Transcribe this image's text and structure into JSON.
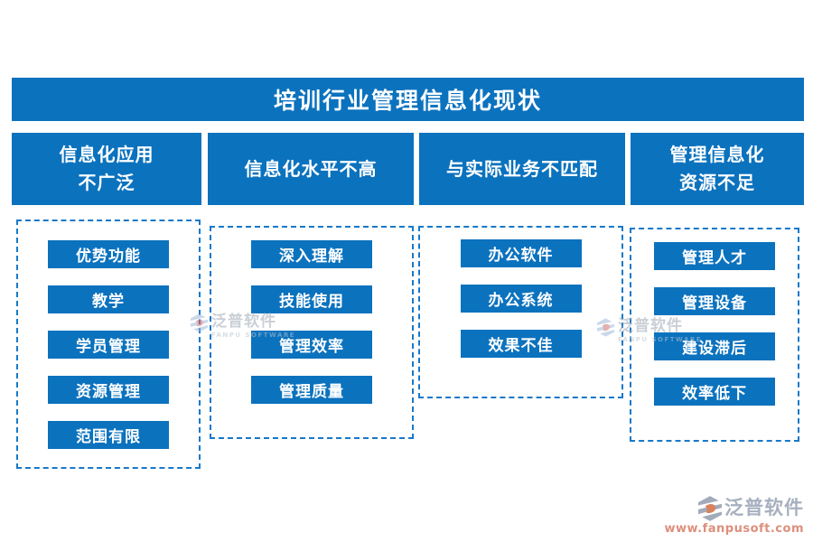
{
  "title": "培训行业管理信息化现状",
  "columns": [
    {
      "header_lines": [
        "信息化应用",
        "不广泛"
      ],
      "items": [
        "优势功能",
        "教学",
        "学员管理",
        "资源管理",
        "范围有限"
      ]
    },
    {
      "header_lines": [
        "信息化水平不高"
      ],
      "items": [
        "深入理解",
        "技能使用",
        "管理效率",
        "管理质量"
      ]
    },
    {
      "header_lines": [
        "与实际业务不匹配"
      ],
      "items": [
        "办公软件",
        "办公系统",
        "效果不佳"
      ]
    },
    {
      "header_lines": [
        "管理信息化",
        "资源不足"
      ],
      "items": [
        "管理人才",
        "管理设备",
        "建设滞后",
        "效率低下"
      ]
    }
  ],
  "watermark": {
    "brand": "泛普软件",
    "brand_en": "FANPU SOFTWARE",
    "url": "www.fanpusoft.com"
  },
  "colors": {
    "primary_blue": "#0b72be",
    "dashed_border": "#1878c8",
    "watermark_gray": "#a7b0bf",
    "watermark_orange": "#dd8f7c"
  }
}
